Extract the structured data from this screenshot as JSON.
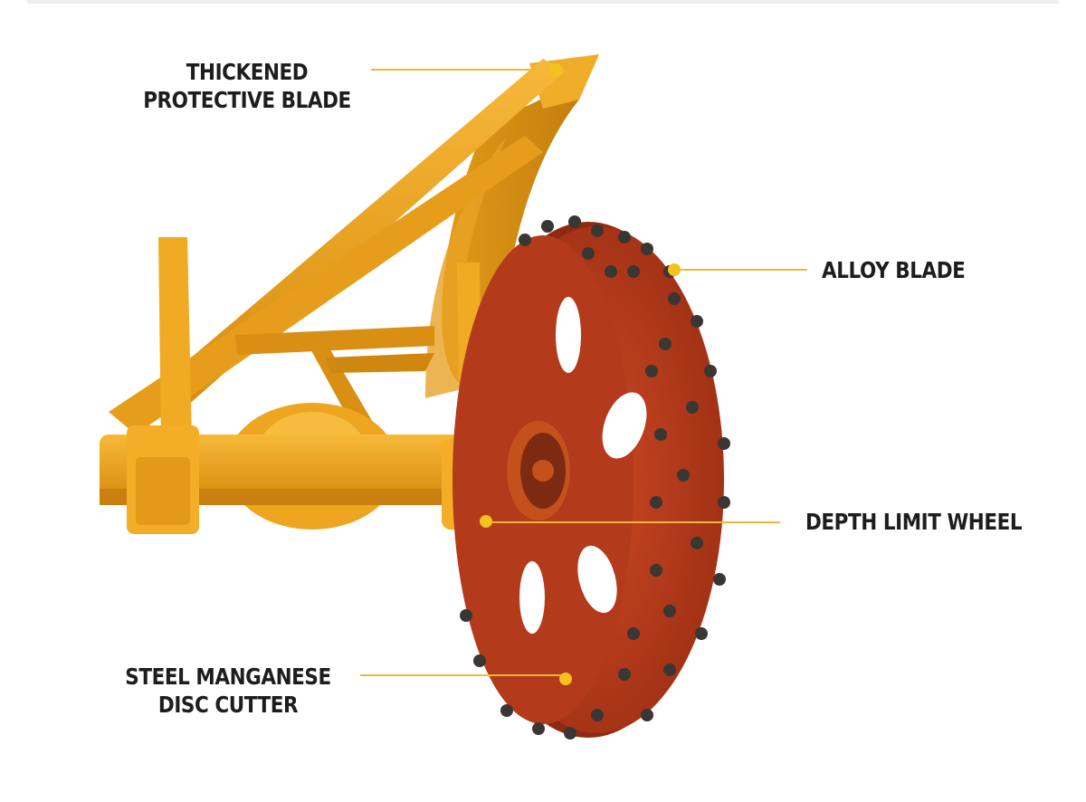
{
  "callouts": {
    "thickened_protective_blade": [
      "THICKENED",
      "PROTECTIVE BLADE"
    ],
    "alloy_blade": [
      "ALLOY BLADE"
    ],
    "depth_limit_wheel": [
      "DEPTH LIMIT WHEEL"
    ],
    "steel_manganese_disc_cutter": [
      "STEEL MANGANESE",
      "DISC CUTTER"
    ]
  },
  "colors": {
    "frame_yellow": "#f2a71b",
    "frame_shadow": "#c9800e",
    "disc_red": "#c2401e",
    "disc_dark": "#8f2a12",
    "teeth": "#3a3634",
    "leader_line": "#f2b736",
    "leader_dot": "#f4c21c",
    "label_text": "#1d1d1d"
  }
}
